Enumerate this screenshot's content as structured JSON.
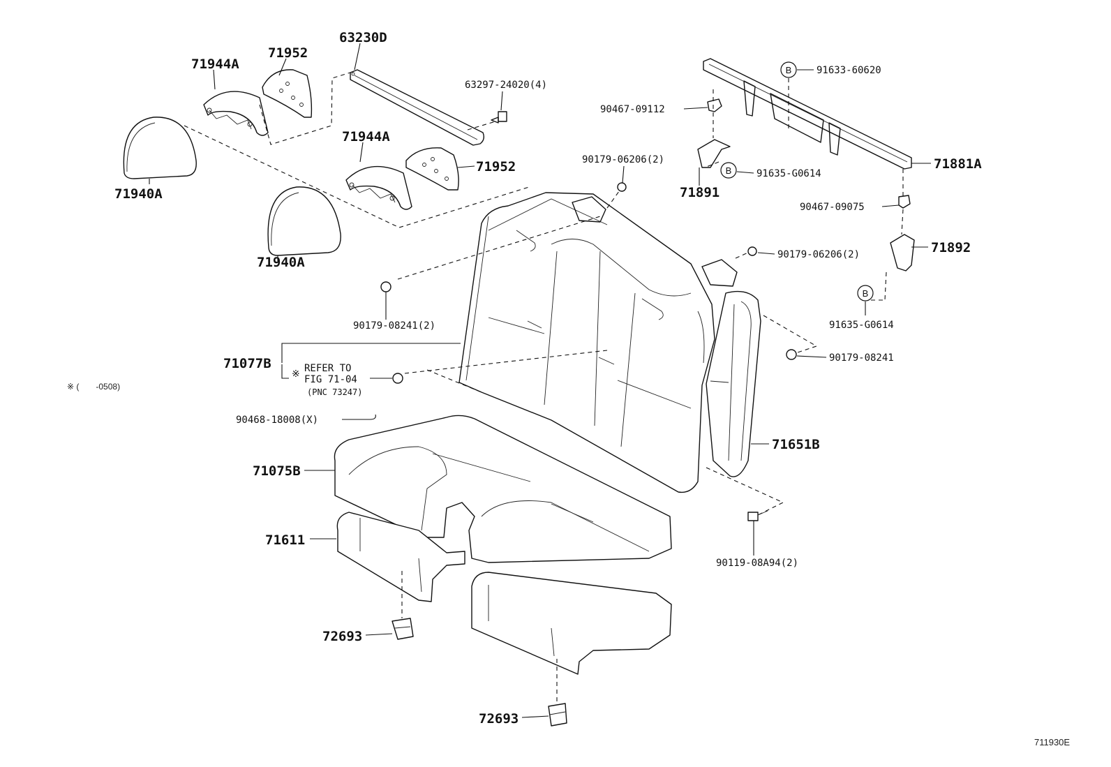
{
  "labels": {
    "p63230D": "63230D",
    "p71944A_1": "71944A",
    "p71952_1": "71952",
    "p71940A_1": "71940A",
    "p71944A_2": "71944A",
    "p71952_2": "71952",
    "p71940A_2": "71940A",
    "p63297": "63297-24020(4)",
    "p90179_06206_a": "90179-06206(2)",
    "p91633": "91633-60620",
    "p90467_09112": "90467-09112",
    "p91635_a": "91635-G0614",
    "p71891": "71891",
    "p71881A": "71881A",
    "p90467_09075": "90467-09075",
    "p71892": "71892",
    "p90179_06206_b": "90179-06206(2)",
    "p91635_b": "91635-G0614",
    "p90179_08241_a": "90179-08241(2)",
    "p90179_08241_b": "90179-08241",
    "p71077B": "71077B",
    "refer_line1": "REFER TO",
    "refer_line2": "FIG 71-04",
    "refer_line3": "(PNC 73247)",
    "refer_mark": "※",
    "p90468": "90468-18008(X)",
    "p71651B": "71651B",
    "p71075B": "71075B",
    "p71611": "71611",
    "p90119": "90119-08A94(2)",
    "p72693_1": "72693",
    "p72693_2": "72693",
    "note": "※ (　　-0508)",
    "circle_b": "B",
    "figure_id": "711930E"
  }
}
